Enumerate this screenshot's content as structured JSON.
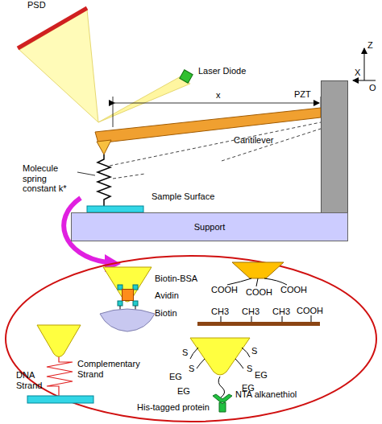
{
  "diagram": {
    "nodes": [
      {
        "text": [
          "PSD"
        ]
      },
      {
        "text": [
          "Laser Diode"
        ]
      },
      {
        "text": [
          "PZT"
        ]
      },
      {
        "text": [
          "Support"
        ]
      },
      {
        "text": [
          "Avidin"
        ]
      }
    ],
    "labels": [
      "x",
      "Z",
      "X",
      "O",
      "Molecule spring constant k*",
      "Cantilever",
      "Sample Surface",
      "Biotin-BSA",
      "Biotin",
      "COOH",
      "COOH",
      "COOH",
      "COOH",
      "CH3",
      "CH3",
      "CH3",
      "Complementary Strand",
      "DNA Strand",
      "S",
      "S",
      "S",
      "S",
      "EG",
      "EG",
      "EG",
      "EG",
      "NTA alkanethiol",
      "His-tagged protein"
    ]
  }
}
